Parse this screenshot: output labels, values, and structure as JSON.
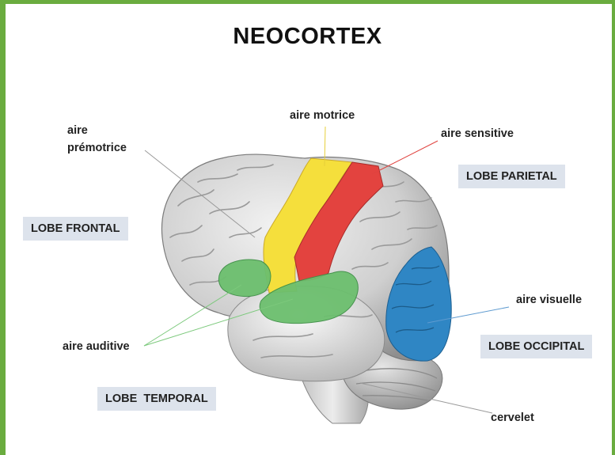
{
  "title": "NEOCORTEX",
  "labels": {
    "premotor_line1": "aire",
    "premotor_line2": "prémotrice",
    "motor": "aire motrice",
    "sensory": "aire sensitive",
    "visual": "aire visuelle",
    "auditory": "aire auditive",
    "cerebellum": "cervelet"
  },
  "lobes": {
    "frontal": "LOBE FRONTAL",
    "parietal": "LOBE PARIETAL",
    "occipital": "LOBE OCCIPITAL",
    "temporal": "LOBE  TEMPORAL"
  },
  "colors": {
    "frame": "#6aac3f",
    "motor_area": "#f5df3c",
    "sensory_area": "#e3433f",
    "visual_area": "#2f86c4",
    "auditory_area": "#6cbf6e",
    "lobe_box": "#dde3ec"
  }
}
